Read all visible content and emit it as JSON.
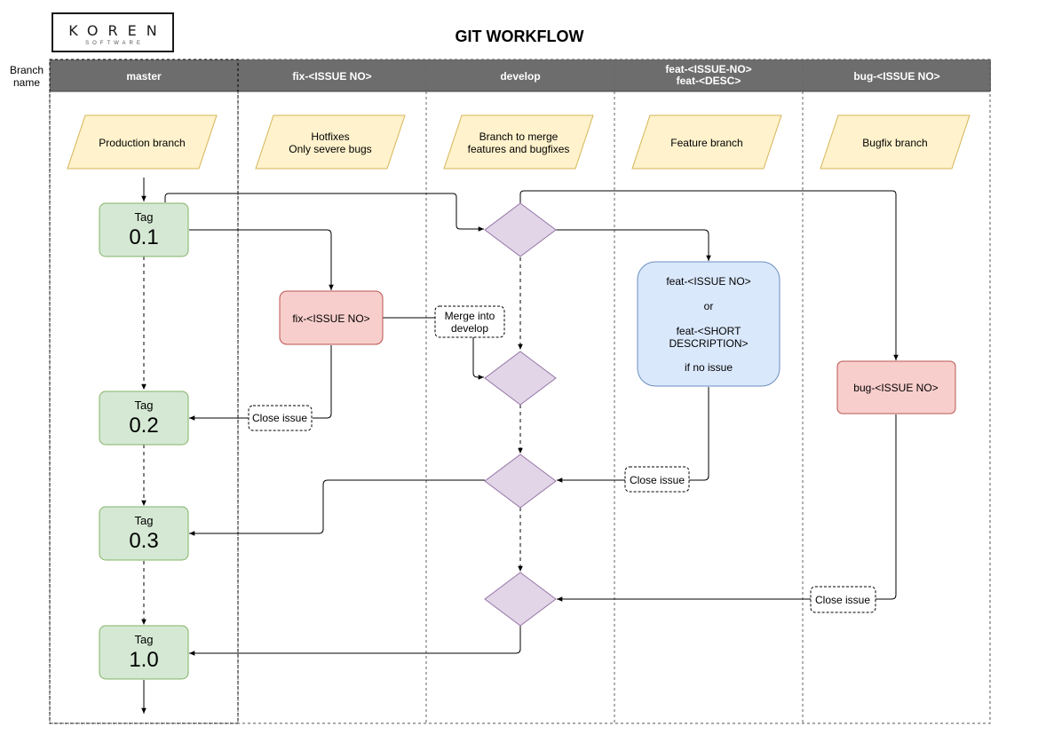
{
  "logo": {
    "word": "KOREN",
    "sub": "SOFTWARE"
  },
  "title": "GIT WORKFLOW",
  "branch_label_line1": "Branch",
  "branch_label_line2": "name",
  "lanes": [
    {
      "header": [
        "master"
      ]
    },
    {
      "header": [
        "fix-<ISSUE NO>"
      ]
    },
    {
      "header": [
        "develop"
      ]
    },
    {
      "header": [
        "feat-<ISSUE-NO>",
        "feat-<DESC>"
      ]
    },
    {
      "header": [
        "bug-<ISSUE NO>"
      ]
    }
  ],
  "descriptions": [
    [
      "Production branch"
    ],
    [
      "Hotfixes",
      "Only severe bugs"
    ],
    [
      "Branch to merge",
      "features and bugfixes"
    ],
    [
      "Feature branch"
    ],
    [
      "Bugfix branch"
    ]
  ],
  "tags": [
    {
      "label": "Tag",
      "version": "0.1"
    },
    {
      "label": "Tag",
      "version": "0.2"
    },
    {
      "label": "Tag",
      "version": "0.3"
    },
    {
      "label": "Tag",
      "version": "1.0"
    }
  ],
  "fix_box": "fix-<ISSUE NO>",
  "merge_into_develop": [
    "Merge into",
    "develop"
  ],
  "feature_box": [
    "feat-<ISSUE NO>",
    "or",
    "feat-<SHORT",
    "DESCRIPTION>",
    "if no issue"
  ],
  "bug_box": "bug-<ISSUE NO>",
  "close_issue": "Close issue",
  "colors": {
    "header": "#6d6d6d",
    "description_fill": "#fff2cc",
    "description_stroke": "#d6b656",
    "tag_fill": "#d5e8d4",
    "tag_stroke": "#82b366",
    "red_fill": "#f8cecc",
    "red_stroke": "#b85450",
    "blue_fill": "#dae8fc",
    "blue_stroke": "#6c8ebf",
    "diamond_fill": "#e1d5e7",
    "diamond_stroke": "#9673a6"
  }
}
